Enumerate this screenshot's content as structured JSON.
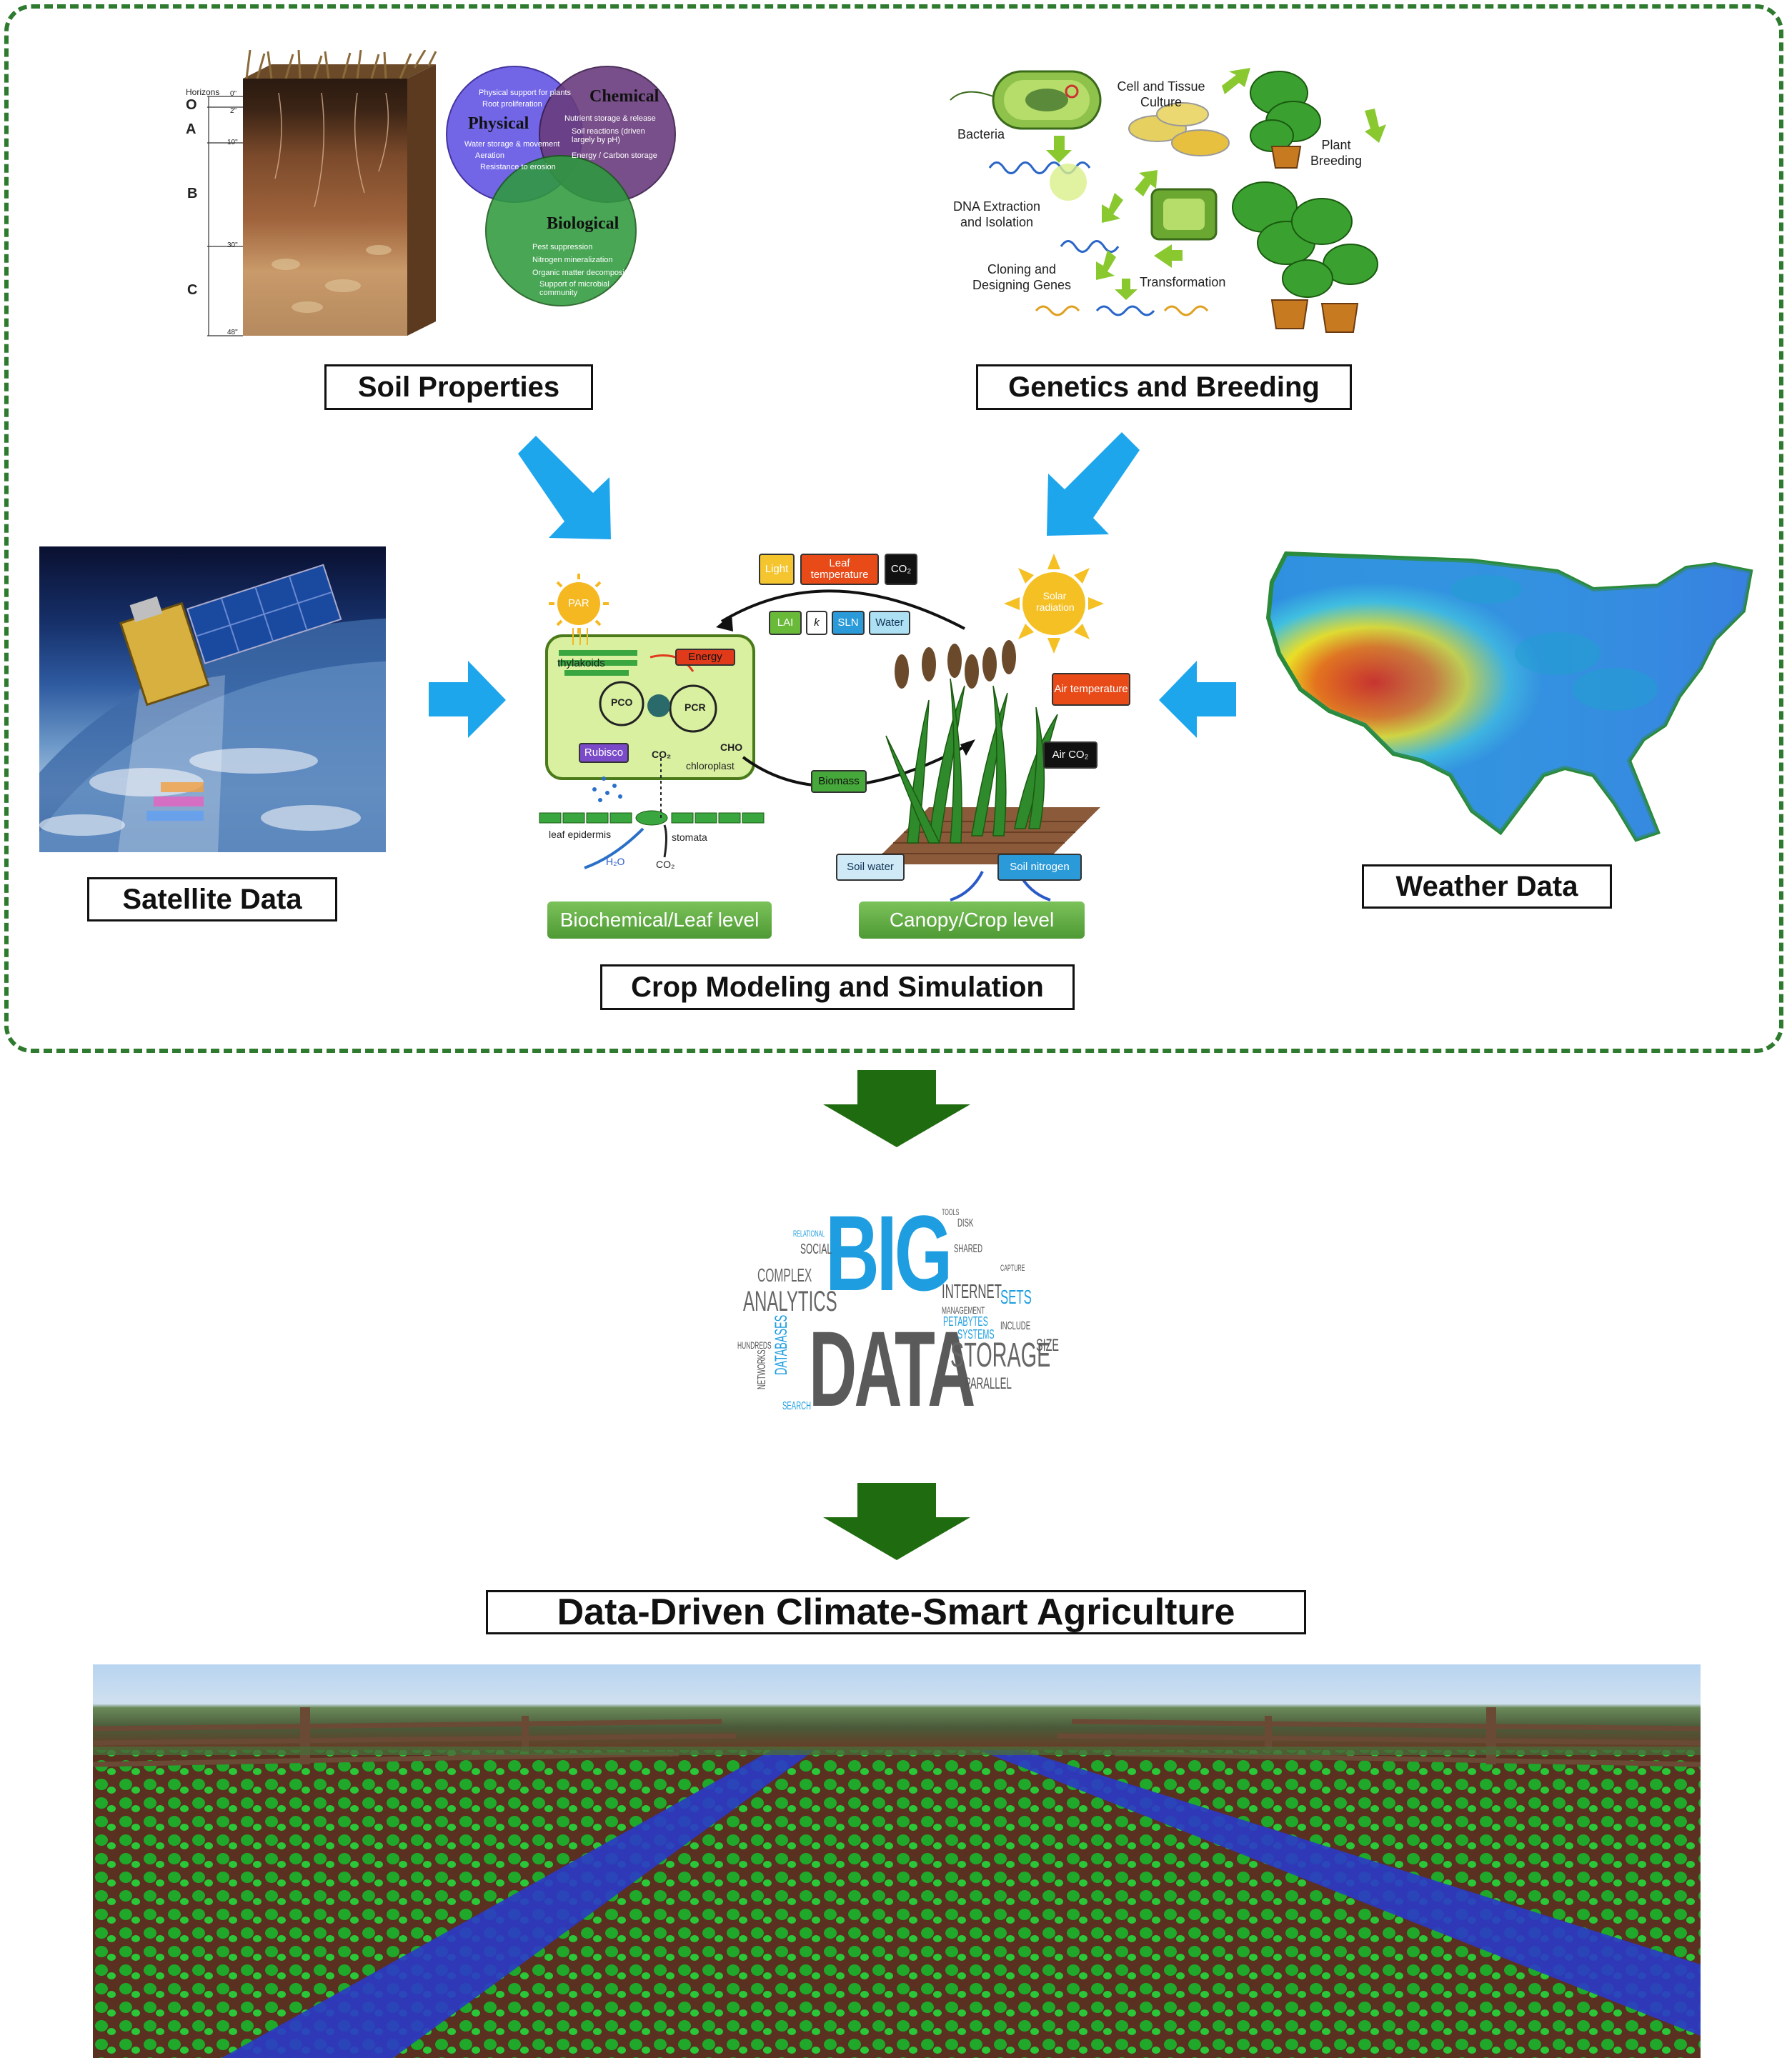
{
  "labels": {
    "soil": "Soil Properties",
    "genetics": "Genetics and Breeding",
    "satellite": "Satellite Data",
    "weather": "Weather Data",
    "crop_model": "Crop Modeling and Simulation",
    "final": "Data-Driven Climate-Smart Agriculture"
  },
  "soil": {
    "horizons_title": "Horizons",
    "horizons": [
      "O",
      "A",
      "B",
      "C"
    ],
    "depths": [
      "0\"",
      "2\"",
      "10\"",
      "30\"",
      "48\""
    ],
    "physical": {
      "title": "Physical",
      "items": [
        "Physical support for plants",
        "Root proliferation",
        "Water storage & movement",
        "Aeration",
        "Resistance to erosion"
      ]
    },
    "chemical": {
      "title": "Chemical",
      "items": [
        "Nutrient storage & release",
        "Soil reactions (driven largely by pH)",
        "Energy / Carbon storage"
      ]
    },
    "biological": {
      "title": "Biological",
      "items": [
        "Pest suppression",
        "Nitrogen mineralization",
        "Organic matter decomposition",
        "Support of microbial community"
      ]
    }
  },
  "genetics": {
    "bacteria": "Bacteria",
    "culture": "Cell and Tissue Culture",
    "breeding": "Plant Breeding",
    "dna": "DNA Extraction and Isolation",
    "cloning": "Cloning and Designing Genes",
    "transformation": "Transformation"
  },
  "crop_model": {
    "top_tags": [
      "Light",
      "Leaf temperature",
      "CO₂"
    ],
    "mid_tags": [
      "LAI",
      "k",
      "SLN",
      "Water"
    ],
    "par": "PAR",
    "thylakoids": "thylakoids",
    "energy": "Energy",
    "pco": "PCO",
    "pcr": "PCR",
    "rubisco": "Rubisco",
    "co2": "CO₂",
    "cho": "CHO",
    "chloroplast": "chloroplast",
    "leaf_epidermis": "leaf epidermis",
    "stomata": "stomata",
    "h2o": "H₂O",
    "co2_in": "CO₂",
    "biomass": "Biomass",
    "solar": "Solar radiation",
    "air_temp": "Air temperature",
    "air_co2": "Air CO₂",
    "soil_water": "Soil water",
    "soil_nitrogen": "Soil nitrogen",
    "level_leaf": "Biochemical/Leaf level",
    "level_crop": "Canopy/Crop level"
  },
  "bigdata": {
    "big": "BIG",
    "data": "DATA",
    "words": [
      "ANALYTICS",
      "COMPLEX",
      "SOCIAL",
      "INTERNET",
      "STORAGE",
      "PARALLEL",
      "SETS",
      "SIZE",
      "PETABYTES",
      "SYSTEMS",
      "MANAGEMENT",
      "INCLUDE",
      "DATABASES",
      "NETWORKS",
      "SEARCH",
      "HUNDREDS",
      "RELATIONAL",
      "SHARED",
      "CAPTURE",
      "DISK",
      "TOOLS"
    ]
  },
  "colors": {
    "frame": "#2e7a2e",
    "blue_arrow": "#1ea6ec",
    "green_arrow": "#1f6b0f",
    "big_blue": "#1e9ee0",
    "data_gray": "#5a5a5a"
  }
}
